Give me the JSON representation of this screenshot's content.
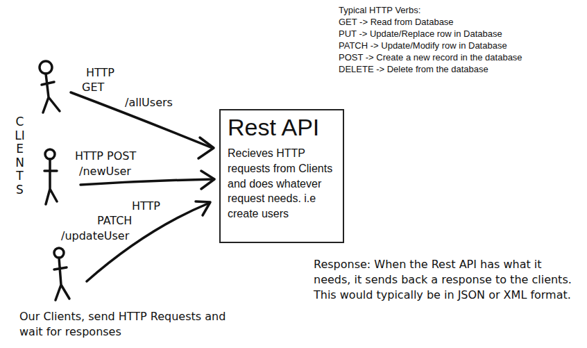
{
  "diagram": {
    "nodes": [
      {
        "text": [
          "Rest API",
          "Recieves HTTP requests from Clients and does whatever request needs. i.e create users"
        ]
      }
    ],
    "labels": [
      "CLIENTS",
      "HTTP",
      "GET",
      "/allUsers",
      "HTTP POST",
      "/newUser",
      "HTTP",
      "PATCH",
      "/updateUser",
      "Typical HTTP Verbs:",
      "GET -> Read from Database",
      "PUT -> Update/Replace row in Database",
      "PATCH -> Update/Modify row in Database",
      "POST -> Create a new record in the database",
      "DELETE -> Delete from the database",
      "Response: When the Rest API has what it needs, it sends back a response to the clients. This would typically be in JSON or XML format.",
      "Our Clients, send HTTP Requests and wait for responses"
    ]
  }
}
